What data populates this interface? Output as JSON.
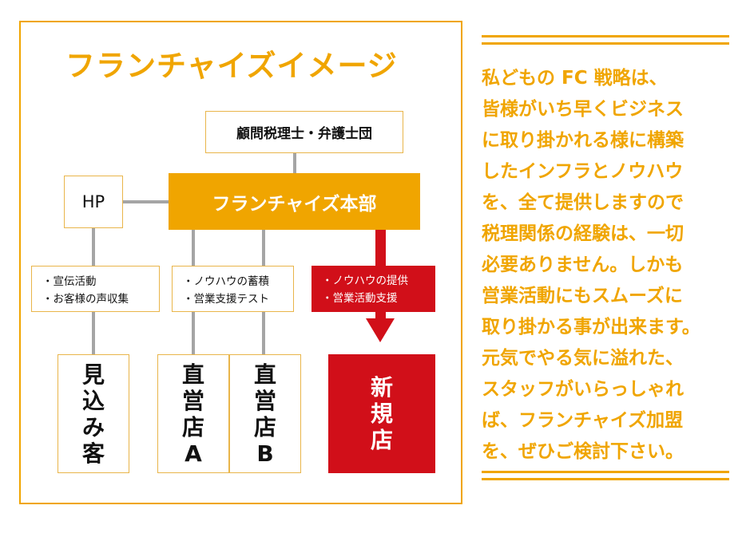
{
  "colors": {
    "orange": "#F0A500",
    "red": "#D10F19",
    "line_gray": "#A5A5A5",
    "box_border": "#E9B54A"
  },
  "diagram": {
    "title": "フランチャイズイメージ",
    "advisor_box": "顧問税理士・弁護士団",
    "hp_box": "HP",
    "hq_box": "フランチャイズ本部",
    "label_hp": [
      "・宣伝活動",
      "・お客様の声収集"
    ],
    "label_direct": [
      "・ノウハウの蓄積",
      "・営業支援テスト"
    ],
    "label_new": [
      "・ノウハウの提供",
      "・営業活動支援"
    ],
    "prospect_box": "見込み客",
    "store_a": "直営店A",
    "store_b": "直営店B",
    "new_store": "新規店"
  },
  "side_text": {
    "lines": [
      "私どもの FC 戦略は、",
      "皆様がいち早くビジネス",
      "に取り掛かれる様に構築",
      "したインフラとノウハウ",
      "を、全て提供しますので",
      "税理関係の経験は、一切",
      "必要ありません。しかも",
      "営業活動にもスムーズに",
      "取り掛かる事が出来ます。",
      "元気でやる気に溢れた、",
      "スタッフがいらっしゃれ",
      "ば、フランチャイズ加盟",
      "を、ぜひご検討下さい。"
    ]
  }
}
